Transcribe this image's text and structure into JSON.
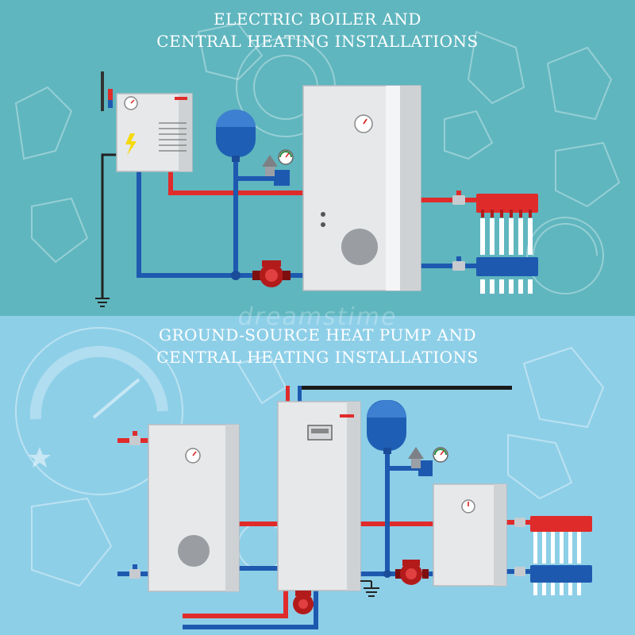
{
  "colors": {
    "top_bg": "#5fb6bf",
    "bottom_bg": "#8ecfe8",
    "pipe_red": "#e02b2b",
    "pipe_blue": "#1e59b0",
    "tank_blue": "#1e5fb5",
    "unit_gray": "#e6e8ea",
    "unit_edge": "#b9bcc0",
    "title_text": "#ffffff"
  },
  "top_section": {
    "title_line1": "ELECTRIC BOILER  AND",
    "title_line2": "CENTRAL HEATING INSTALLATIONS"
  },
  "bottom_section": {
    "title_line1": "GROUND-SOURCE HEAT PUMP  AND",
    "title_line2": "CENTRAL HEATING INSTALLATIONS"
  },
  "watermark": "dreamstime",
  "icons": [
    "lightning-icon",
    "pressure-gauge-icon",
    "ground-symbol-icon",
    "circulation-pump-icon",
    "expansion-vessel-icon",
    "star-icon"
  ]
}
